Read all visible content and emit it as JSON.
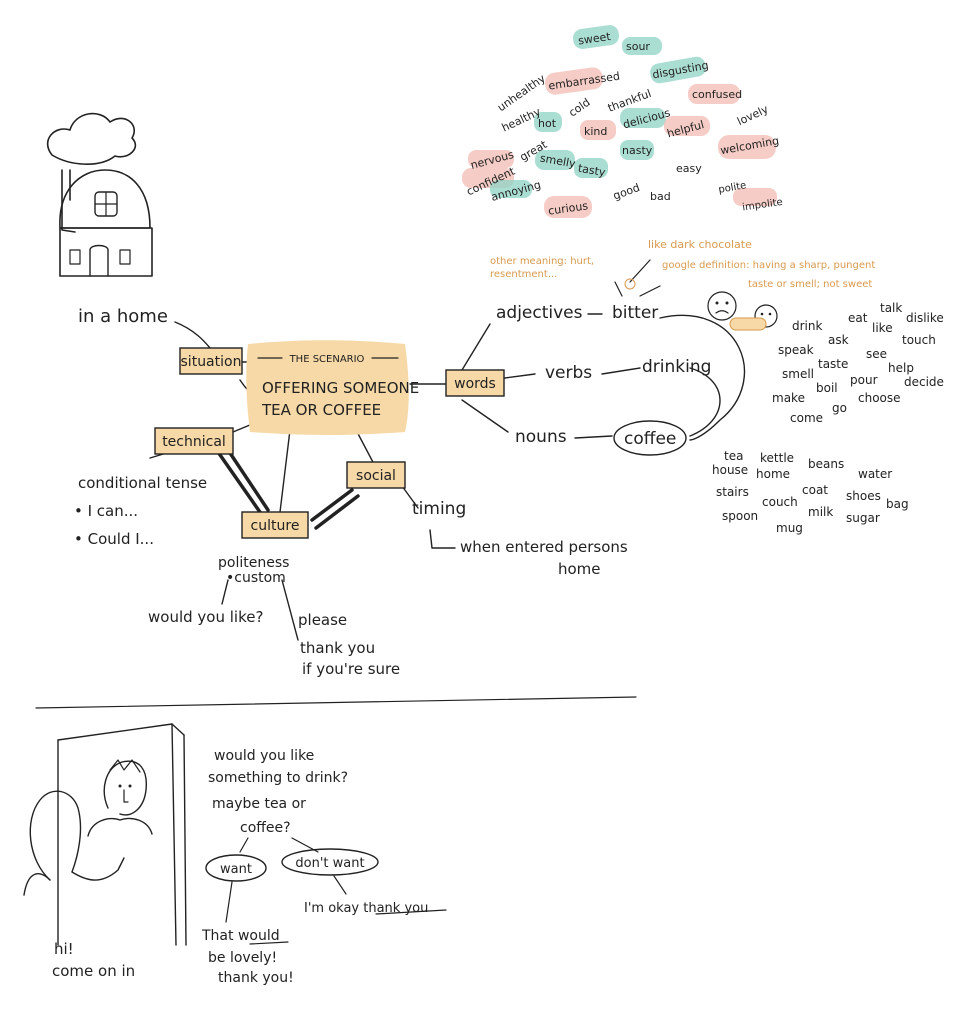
{
  "house": {
    "label": "in a home"
  },
  "scenario": {
    "header": "THE SCENARIO",
    "line1": "OFFERING SOMEONE",
    "line2": "TEA OR COFFEE"
  },
  "nodes": {
    "situation": "situation",
    "technical": "technical",
    "culture": "culture",
    "social": "social",
    "words": "words"
  },
  "technical_notes": {
    "title": "conditional tense",
    "item1": "• I can...",
    "item2": "• Could I..."
  },
  "culture_notes": {
    "line1": "politeness",
    "line2": "•custom",
    "q": "would you like?",
    "a1": "please",
    "a2": "thank you",
    "a3": "if you're sure"
  },
  "social_notes": {
    "title": "timing",
    "detail1": "when entered persons",
    "detail2": "home"
  },
  "words_branch": {
    "adjectives": "adjectives",
    "bitter": "bitter",
    "verbs": "verbs",
    "drinking": "drinking",
    "nouns": "nouns",
    "coffee": "coffee"
  },
  "bitter_notes": {
    "other1": "other meaning: hurt,",
    "other2": "resentment...",
    "like": "like dark chocolate",
    "google1": "google definition: having a sharp, pungent",
    "google2": "taste or smell; not sweet"
  },
  "adjective_cloud": [
    "sweet",
    "sour",
    "unhealthy",
    "embarrassed",
    "disgusting",
    "healthy",
    "hot",
    "cold",
    "thankful",
    "confused",
    "nervous",
    "great",
    "kind",
    "delicious",
    "helpful",
    "lovely",
    "confident",
    "smelly",
    "nasty",
    "welcoming",
    "annoying",
    "tasty",
    "easy",
    "curious",
    "good",
    "bad",
    "polite",
    "impolite"
  ],
  "verb_list": [
    "drink",
    "eat",
    "talk",
    "speak",
    "ask",
    "like",
    "dislike",
    "smell",
    "taste",
    "see",
    "touch",
    "make",
    "boil",
    "pour",
    "help",
    "come",
    "go",
    "choose",
    "decide"
  ],
  "noun_list": [
    "tea",
    "kettle",
    "beans",
    "water",
    "house",
    "home",
    "coat",
    "shoes",
    "bag",
    "stairs",
    "couch",
    "milk",
    "sugar",
    "spoon",
    "mug"
  ],
  "comic": {
    "greeting1": "hi!",
    "greeting2": "come on in",
    "offer1": "would you like",
    "offer2": "something to drink?",
    "offer3": "maybe tea or",
    "offer4": "coffee?",
    "want": "want",
    "dont_want": "don't want",
    "yes1": "That would",
    "yes2": "be lovely!",
    "yes3": "thank you!",
    "no": "I'm okay thank you"
  }
}
